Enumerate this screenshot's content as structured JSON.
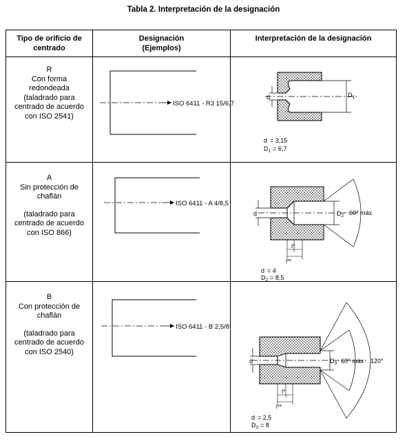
{
  "title": "Tabla 2. Interpretación de la designación",
  "headers": {
    "col1_line1": "Tipo de orificio de",
    "col1_line2": "centrado",
    "col2_line1": "Designación",
    "col2_line2": "(Ejemplos)",
    "col3": "Interpretación de la designación"
  },
  "rows": [
    {
      "letter": "R",
      "desc": [
        "Con forma",
        "redondeada"
      ],
      "note": [
        "(taladrado  para",
        "centrado de acuerdo",
        "con ISO 2541)"
      ],
      "designation": "ISO 6411 - R3 15/6,7",
      "dim_label_small": "d",
      "dim_label_large": "D",
      "dim_label_large_sub": "1",
      "values": [
        {
          "label": "d",
          "sub": "",
          "value": "= 3,15"
        },
        {
          "label": "D",
          "sub": "1",
          "value": "= 6,7"
        }
      ]
    },
    {
      "letter": "A",
      "desc": [
        "Sin protección de",
        "chaflán"
      ],
      "note": [
        "(taladrado  para",
        "centrado de acuerdo",
        "con ISO 866)"
      ],
      "designation": "ISO 6411 - A 4/8,5",
      "dim_label_small": "d",
      "dim_label_large": "D",
      "dim_label_large_sub": "2",
      "angle": "60° máx",
      "t_label": "t*",
      "l_label": "l**",
      "values": [
        {
          "label": "d",
          "sub": "",
          "value": "= 4"
        },
        {
          "label": "D",
          "sub": "2",
          "value": "= 8,5"
        }
      ]
    },
    {
      "letter": "B",
      "desc": [
        "Con protección de",
        "chaflán"
      ],
      "note": [
        "(taladrado  para",
        "centrado de acuerdo",
        "con ISO 2540)"
      ],
      "designation": "ISO 6411 - B 2,5/8",
      "dim_label_small": "d",
      "dim_label_large": "D",
      "dim_label_large_sub": "3",
      "angle": "60° máx",
      "angle2": "120°",
      "t_label": "t*",
      "l_label": "l**",
      "values": [
        {
          "label": "d",
          "sub": "",
          "value": "= 2,5"
        },
        {
          "label": "D",
          "sub": "3",
          "value": "= 8"
        }
      ]
    }
  ]
}
